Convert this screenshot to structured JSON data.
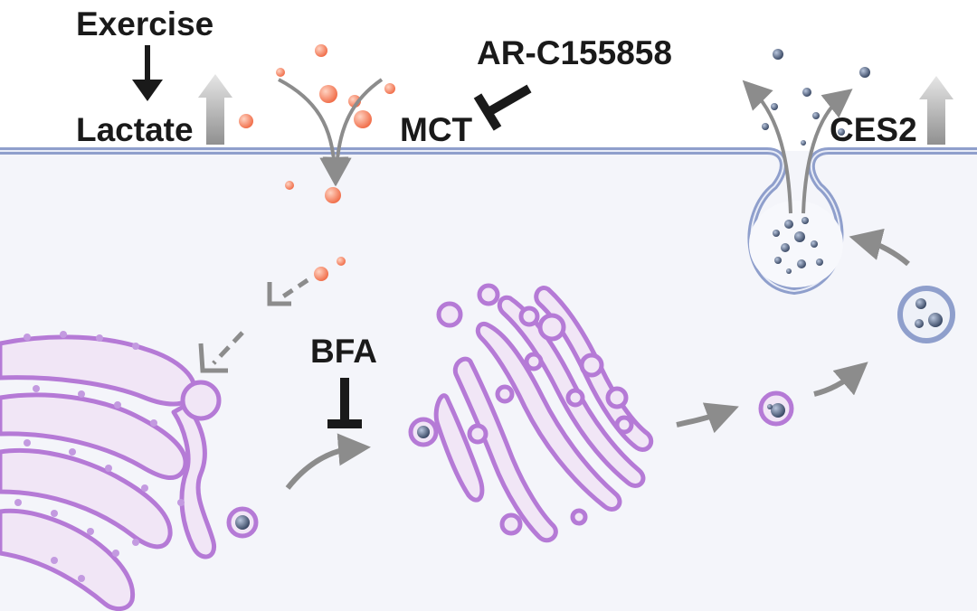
{
  "labels": {
    "exercise": "Exercise",
    "lactate": "Lactate",
    "inhibitor_mct": "AR-C155858",
    "mct": "MCT",
    "ces2": "CES2",
    "bfa": "BFA"
  },
  "colors": {
    "membrane": "#8f9fcc",
    "cytoplasm": "#f4f5fa",
    "lactate": "#f27b5b",
    "organelle": "#b57ad6",
    "organelle_fill": "#f1e6f6",
    "cargo": "#4a5a78",
    "arrow_gray": "#8c8c8c",
    "text": "#1a1a1a"
  }
}
